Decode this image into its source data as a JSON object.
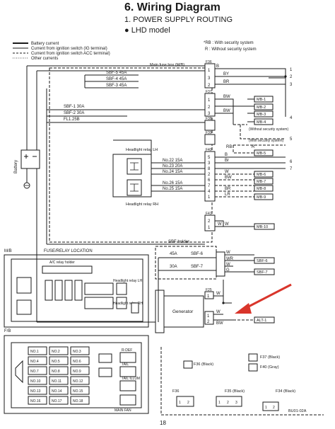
{
  "header": {
    "section": "6.  Wiring Diagram",
    "subtitle": "1.  POWER SUPPLY ROUTING",
    "model": "●  LHD model"
  },
  "legend": {
    "items": [
      "Battery current",
      "Current from ignition switch (IG terminal)",
      "Current from ignition switch ACC terminal)",
      "Other currents"
    ],
    "rb_note": "*RB : With security system",
    "r_note": "R : Without security system"
  },
  "fuse_box": {
    "title": "Main fuse box (M/B)",
    "connectors": [
      "F36",
      "F37",
      "F38",
      "F39",
      "F40",
      "F41",
      "F27",
      "F25",
      "F26"
    ],
    "fuses_top": [
      "SBF-5 45A",
      "SBF-4 45A",
      "SBF-3 45A"
    ],
    "fuses_left": [
      "SBF-1 30A",
      "SBF-2 30A",
      "FL1.25B"
    ],
    "fuses_relay": [
      "No.22 15A",
      "No.23 20A",
      "No.24 15A",
      "No.26 15A",
      "No.25 15A"
    ],
    "relay_lh": "Headlight relay LH",
    "relay_rh": "Headlight relay RH",
    "sbf_holder": "SBF holder",
    "holder_fuses": [
      "45A",
      "SBF-6",
      "30A",
      "SBF-7"
    ]
  },
  "battery": "Battery",
  "generator": "Generator",
  "wires": {
    "f36": [
      "B",
      "BY",
      "BR"
    ],
    "f37": [
      "BW",
      "BW",
      "RB",
      "R"
    ],
    "f40": [
      "B",
      "Br",
      "W",
      "BW",
      "BR",
      "LR"
    ],
    "f41": [
      "W",
      "W"
    ],
    "holder": [
      "W",
      "WR",
      "W",
      "G"
    ],
    "gen": [
      "W",
      "W",
      "BW"
    ]
  },
  "pins": {
    "f36": [
      "1",
      "3",
      "2"
    ],
    "f37": [
      "1",
      "2",
      "3"
    ],
    "f40": [
      "5",
      "3",
      "8",
      "2",
      "6",
      "7",
      "4",
      "1"
    ],
    "f41": [
      "2",
      "1"
    ],
    "f27": [
      "1"
    ],
    "f25": [
      "1"
    ],
    "f26": [
      "1",
      "2"
    ]
  },
  "destinations": {
    "mb": [
      "MB-1",
      "MB-2",
      "MB-3",
      "MB-4",
      "MB-5",
      "MB-6",
      "MB-7",
      "MB-8",
      "MB-9",
      "MB-10"
    ],
    "sbf": [
      "SBF-6",
      "SBF-7"
    ],
    "alt": "ALT-1",
    "branch_numbers": [
      "1",
      "2",
      "3",
      "4",
      "5",
      "6",
      "7"
    ],
    "without_security": "(Without security system)",
    "with_security": "(With security system)"
  },
  "insets": {
    "mb_label": "M/B",
    "fuse_location": "FUSE/RELAY LOCATION",
    "ac_relay_holder": "A/C relay holder",
    "headlight_lh": "Headlight relay LH",
    "headlight_rh": "Headlight relay RH",
    "fb_label": "F/B",
    "fb_fuses": [
      "NO.1",
      "NO.2",
      "NO.3",
      "NO.4",
      "NO.5",
      "NO.6",
      "NO.7",
      "NO.8",
      "NO.9",
      "NO.10",
      "NO.11",
      "NO.12",
      "NO.13",
      "NO.14",
      "NO.15",
      "NO.16",
      "NO.17",
      "NO.18"
    ],
    "fb_relays": [
      "R-DEF",
      "TAIL",
      "TAIL ILLUM",
      "MAIN FAN"
    ]
  },
  "connector_views": {
    "items": [
      "F37 (Black)",
      "F36 (Black)",
      "F40 (Gray)",
      "F36",
      "F35 (Black)",
      "F34 (Black)"
    ],
    "pins_a": [
      "1",
      "2"
    ],
    "pins_b": [
      "1",
      "2",
      "3"
    ]
  },
  "footer": {
    "page": "18",
    "code": "BU01-02A"
  },
  "annotation": {
    "arrow_color": "#d9352b"
  }
}
